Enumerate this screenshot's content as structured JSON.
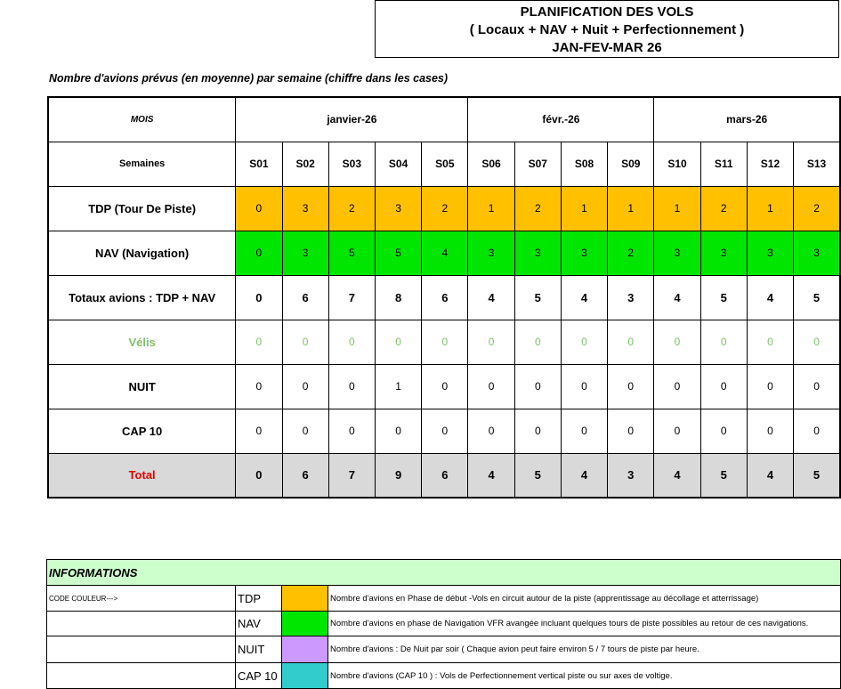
{
  "title": {
    "line1": "PLANIFICATION DES VOLS",
    "line2": "( Locaux + NAV +  Nuit  +  Perfectionnement )",
    "line3": "JAN-FEV-MAR  26"
  },
  "subtitle": "Nombre d'avions prévus (en moyenne) par semaine (chiffre dans les cases)",
  "table": {
    "mois_label": "MOIS",
    "months": [
      "janvier-26",
      "févr.-26",
      "mars-26"
    ],
    "semaines_label": "Semaines",
    "weeks": [
      "S01",
      "S02",
      "S03",
      "S04",
      "S05",
      "S06",
      "S07",
      "S08",
      "S09",
      "S10",
      "S11",
      "S12",
      "S13"
    ],
    "rows": [
      {
        "label": "TDP  (Tour De Piste)",
        "values": [
          "0",
          "3",
          "2",
          "3",
          "2",
          "1",
          "2",
          "1",
          "1",
          "1",
          "2",
          "1",
          "2"
        ]
      },
      {
        "label": "NAV  (Navigation)",
        "values": [
          "0",
          "3",
          "5",
          "5",
          "4",
          "3",
          "3",
          "3",
          "2",
          "3",
          "3",
          "3",
          "3"
        ]
      },
      {
        "label": "Totaux avions :    TDP + NAV",
        "values": [
          "0",
          "6",
          "7",
          "8",
          "6",
          "4",
          "5",
          "4",
          "3",
          "4",
          "5",
          "4",
          "5"
        ]
      },
      {
        "label": "Vélis",
        "values": [
          "0",
          "0",
          "0",
          "0",
          "0",
          "0",
          "0",
          "0",
          "0",
          "0",
          "0",
          "0",
          "0"
        ]
      },
      {
        "label": "NUIT",
        "values": [
          "0",
          "0",
          "0",
          "1",
          "0",
          "0",
          "0",
          "0",
          "0",
          "0",
          "0",
          "0",
          "0"
        ]
      },
      {
        "label": "CAP 10",
        "values": [
          "0",
          "0",
          "0",
          "0",
          "0",
          "0",
          "0",
          "0",
          "0",
          "0",
          "0",
          "0",
          "0"
        ]
      },
      {
        "label": "Total",
        "values": [
          "0",
          "6",
          "7",
          "9",
          "6",
          "4",
          "5",
          "4",
          "3",
          "4",
          "5",
          "4",
          "5"
        ]
      }
    ]
  },
  "colors": {
    "tdp": "#ffc000",
    "nav": "#00e600",
    "nuit": "#cc99ff",
    "cap10": "#33cccc",
    "total_bg": "#d9d9d9",
    "total_label": "#e60000",
    "velis": "#7fbf6a",
    "info_header": "#ccffcc"
  },
  "info": {
    "header": "INFORMATIONS",
    "code_label": "CODE COULEUR--->",
    "items": [
      {
        "tag": "TDP",
        "desc": "Nombre d'avions en  Phase de début  -Vols en circuit autour  de la piste (apprentissage au décollage et atterrissage)"
      },
      {
        "tag": "NAV",
        "desc": "Nombre d'avions en phase de Navigation VFR avangée incluant  quelques  tours de piste possibles au retour de ces navigations."
      },
      {
        "tag": "NUIT",
        "desc": "Nombre d'avions  :  De Nuit  par soir     ( Chaque avion peut faire  environ 5 / 7 tours de piste par heure."
      },
      {
        "tag": "CAP 10",
        "desc": "Nombre d'avions (CAP 10 ) :  Vols de  Perfectionnement vertical piste ou sur axes de voltige."
      }
    ]
  }
}
